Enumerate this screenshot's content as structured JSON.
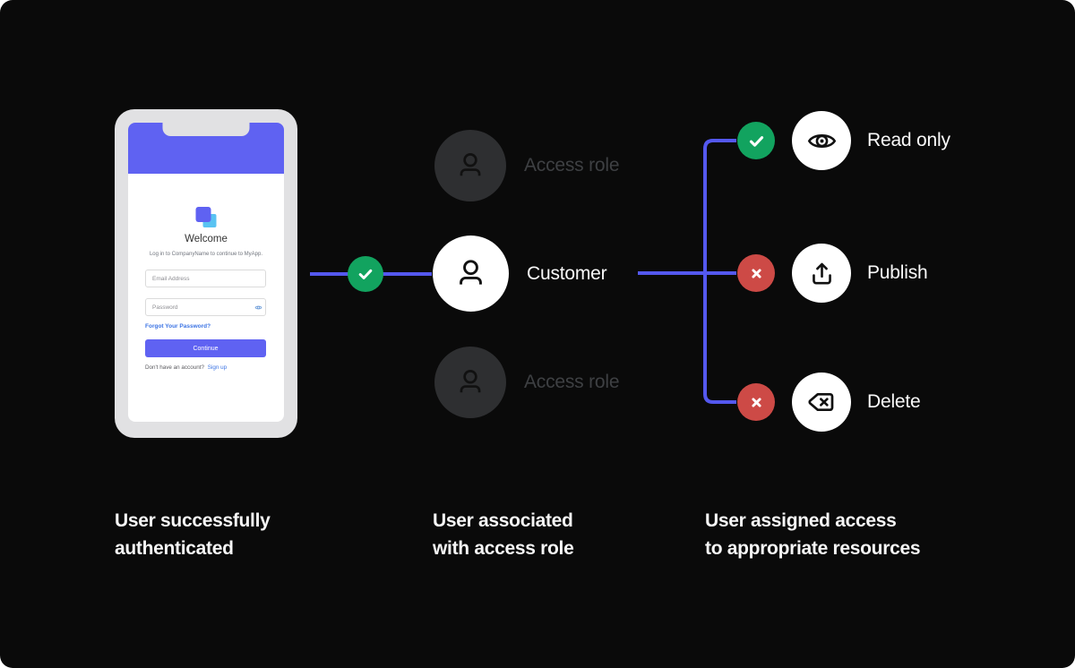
{
  "phone": {
    "welcome_title": "Welcome",
    "login_subtitle": "Log in to CompanyName to continue to MyApp.",
    "email_placeholder": "Email Address",
    "password_placeholder": "Password",
    "forgot_password_link": "Forgot Your Password?",
    "continue_button": "Continue",
    "signup_prompt": "Don't have an account?",
    "signup_link": "Sign up"
  },
  "roles": {
    "top": "Access role",
    "middle": "Customer",
    "bottom": "Access role"
  },
  "permissions": [
    {
      "label": "Read only",
      "status": "allowed",
      "icon": "eye-icon"
    },
    {
      "label": "Publish",
      "status": "denied",
      "icon": "upload-icon"
    },
    {
      "label": "Delete",
      "status": "denied",
      "icon": "backspace-icon"
    }
  ],
  "captions": [
    {
      "text": "User successfully\nauthenticated"
    },
    {
      "text": "User associated\nwith access role"
    },
    {
      "text": "User assigned access\nto appropriate resources"
    }
  ],
  "colors": {
    "background": "#0a0a0a",
    "accent_purple": "#5f62f2",
    "connector": "#5458ef",
    "success_green": "#12a35f",
    "error_red": "#cd4a46",
    "logo_blue": "#59c3f2",
    "link_blue": "#3c74e4",
    "dim_circle": "#2e2f31",
    "dim_text": "#3e4043"
  }
}
